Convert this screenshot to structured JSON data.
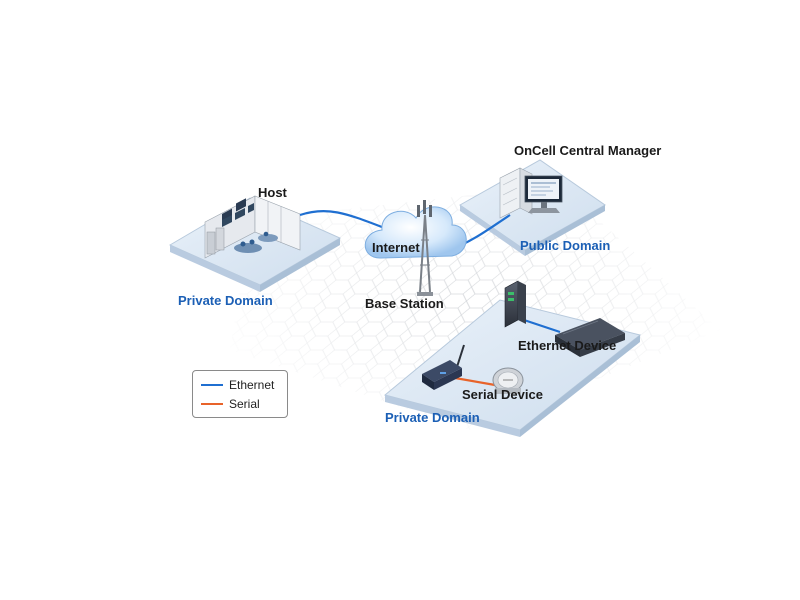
{
  "labels": {
    "host": "Host",
    "private_domain_left": "Private Domain",
    "internet": "Internet",
    "base_station": "Base Station",
    "central_manager": "OnCell Central Manager",
    "public_domain": "Public Domain",
    "ethernet_device": "Ethernet Device",
    "serial_device": "Serial Device",
    "private_domain_bottom": "Private Domain"
  },
  "legend": {
    "items": [
      {
        "label": "Ethernet",
        "color": "#1f6fd1"
      },
      {
        "label": "Serial",
        "color": "#e8632a"
      }
    ]
  },
  "colors": {
    "platform": "#dbe7f3",
    "platform_edge": "#a9bfd6",
    "ethernet": "#1f6fd1",
    "serial": "#e8632a",
    "cloud": "#cfe4fb",
    "hex": "#c9ccd1"
  }
}
